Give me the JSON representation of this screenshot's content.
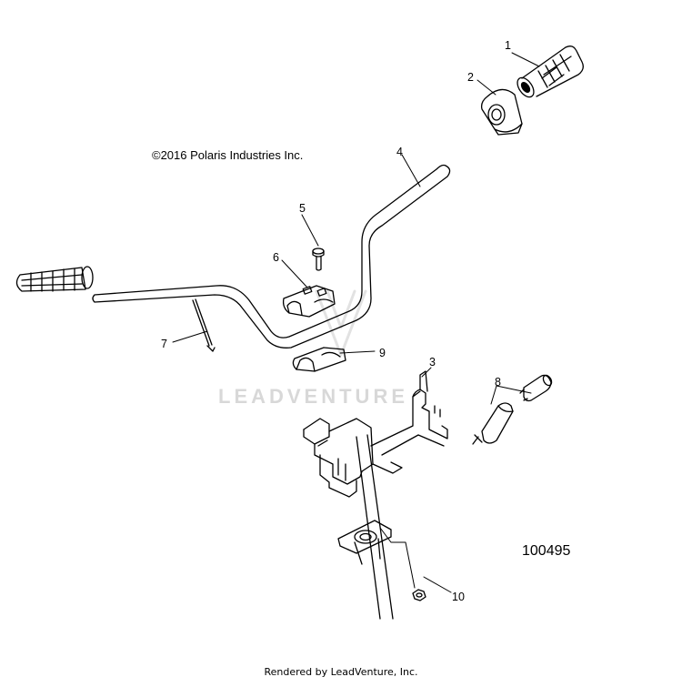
{
  "copyright": "©2016 Polaris Industries Inc.",
  "diagram_id": "100495",
  "watermark": "LEADVENTURE",
  "footer": "Rendered by LeadVenture, Inc.",
  "callouts": [
    "1",
    "2",
    "3",
    "4",
    "5",
    "6",
    "7",
    "8",
    "9",
    "10"
  ]
}
